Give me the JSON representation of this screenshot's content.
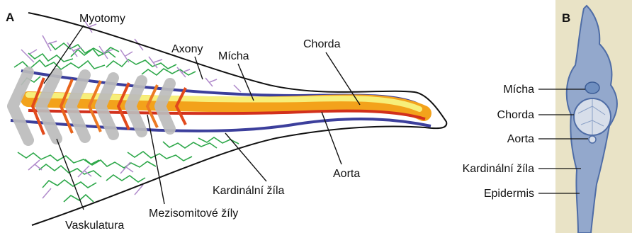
{
  "panel_a": {
    "letter": "A",
    "labels": {
      "myotomy": "Myotomy",
      "axony": "Axony",
      "micha": "Mícha",
      "chorda": "Chorda",
      "aorta": "Aorta",
      "kardinalni_zila": "Kardinální žíla",
      "mezisomitove_zily": "Mezisomitové žíly",
      "vaskulatura": "Vaskulatura"
    }
  },
  "panel_b": {
    "letter": "B",
    "labels": {
      "micha": "Mícha",
      "chorda": "Chorda",
      "aorta": "Aorta",
      "kardinalni_zila": "Kardinální žíla",
      "epidermis": "Epidermis"
    }
  },
  "colors": {
    "body_outline": "#111111",
    "myotome": "#bcbcbc",
    "vasculature": "#2ea84a",
    "axons": "#b08acb",
    "intersomitic": "#e24a1c",
    "chorda_band": "#f6c21c",
    "spinal_cord": "#f7ef7a",
    "aorta": "#d2301c",
    "cardinal_vein": "#3c3f9c",
    "photo_bg": "#e9e3c6",
    "tissue": "#93a8cc"
  }
}
